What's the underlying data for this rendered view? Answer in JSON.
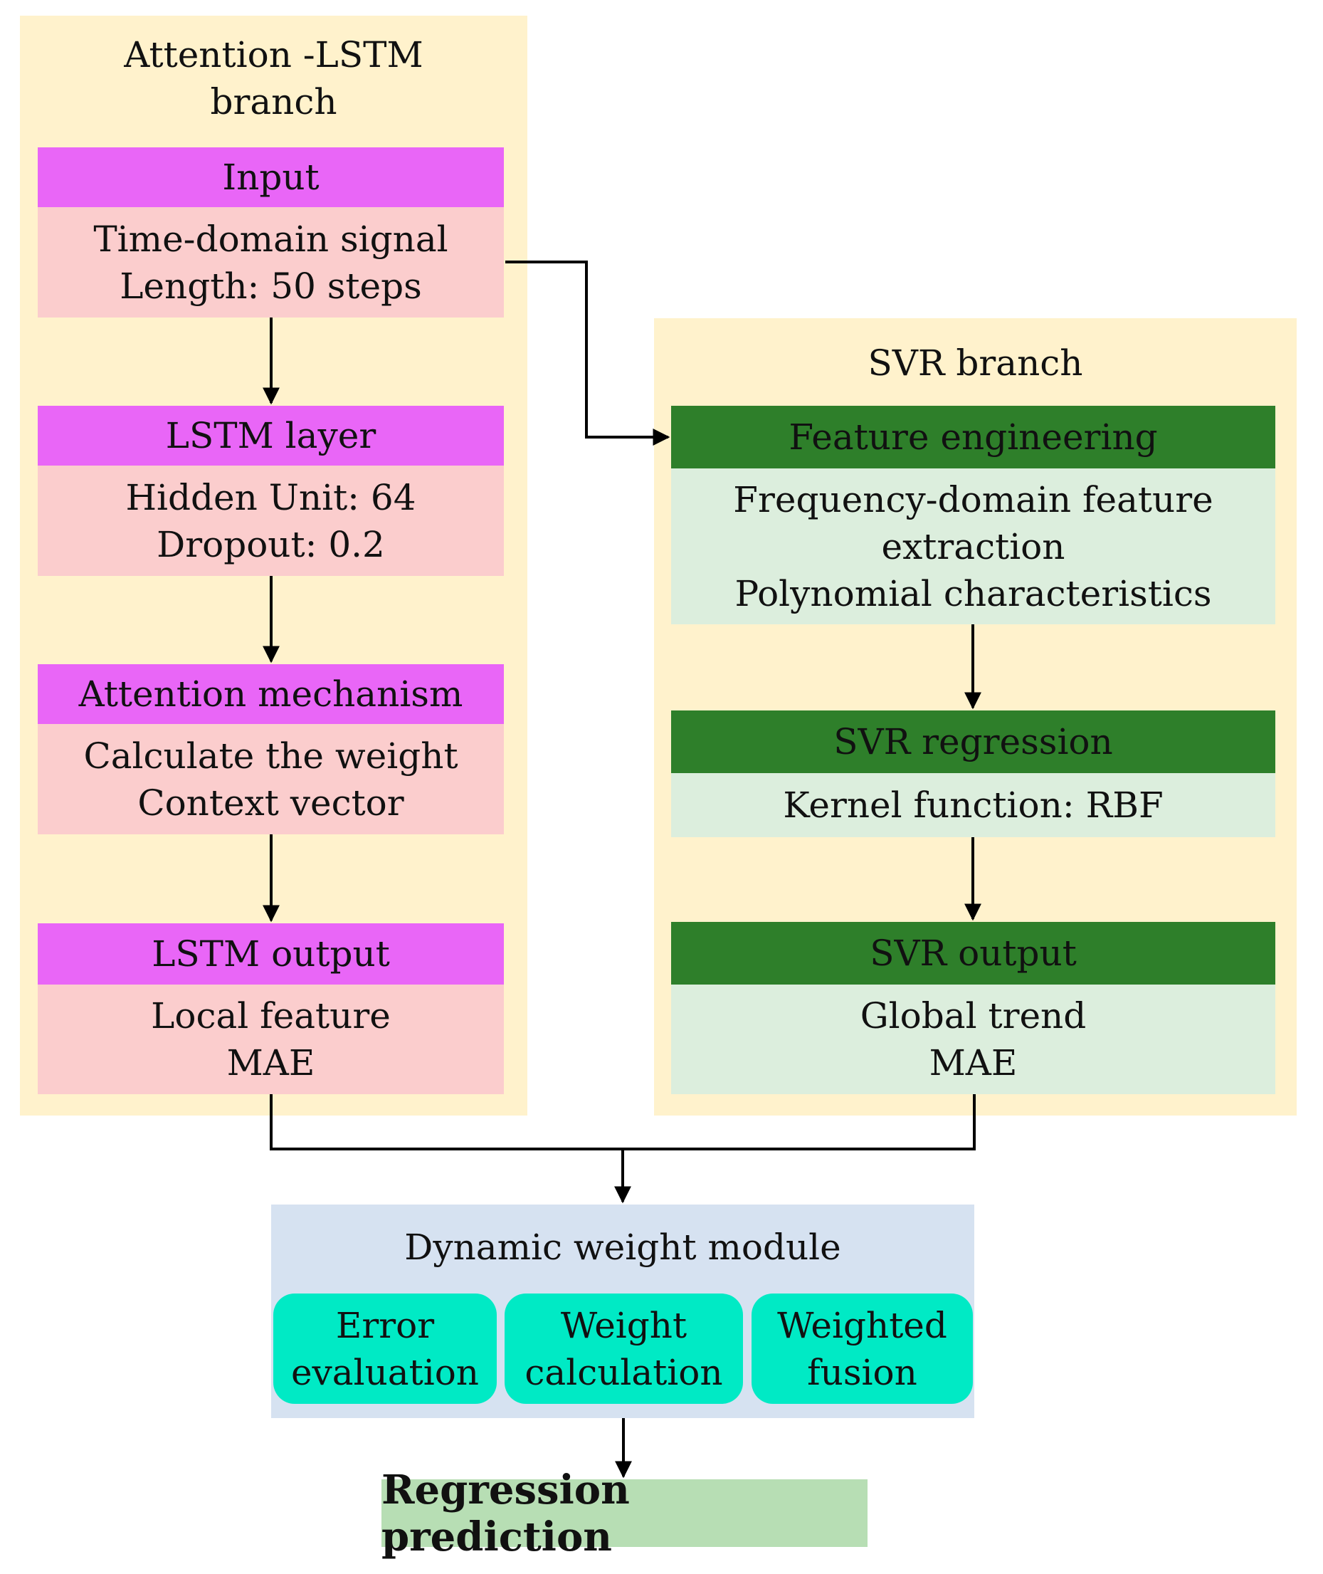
{
  "lstm_branch": {
    "title_lines": [
      "Attention -LSTM",
      "branch"
    ],
    "blocks": [
      {
        "header": "Input",
        "lines": [
          "Time-domain signal",
          "Length: 50 steps"
        ]
      },
      {
        "header": "LSTM layer",
        "lines": [
          "Hidden Unit: 64",
          "Dropout: 0.2"
        ]
      },
      {
        "header": "Attention mechanism",
        "lines": [
          "Calculate the weight",
          "Context vector"
        ]
      },
      {
        "header": "LSTM output",
        "lines": [
          "Local feature",
          "MAE"
        ]
      }
    ]
  },
  "svr_branch": {
    "title": "SVR branch",
    "blocks": [
      {
        "header": "Feature engineering",
        "lines": [
          "Frequency-domain feature",
          "extraction",
          "Polynomial characteristics"
        ]
      },
      {
        "header": "SVR regression",
        "lines": [
          "Kernel function: RBF"
        ]
      },
      {
        "header": "SVR output",
        "lines": [
          "Global trend",
          "MAE"
        ]
      }
    ]
  },
  "dynamic_module": {
    "title": "Dynamic weight module",
    "steps": [
      {
        "lines": [
          "Error",
          "evaluation"
        ]
      },
      {
        "lines": [
          "Weight",
          "calculation"
        ]
      },
      {
        "lines": [
          "Weighted",
          "fusion"
        ]
      }
    ]
  },
  "output": {
    "label": "Regression prediction"
  },
  "colors": {
    "panel": "#fff2cc",
    "lstm_header": "#e966f7",
    "lstm_body": "#fbcdcd",
    "svr_header": "#2e7f2a",
    "svr_body": "#dceedd",
    "dynamic_module": "#d6e2f1",
    "dynamic_step": "#00eac5",
    "output": "#b7deb4"
  }
}
